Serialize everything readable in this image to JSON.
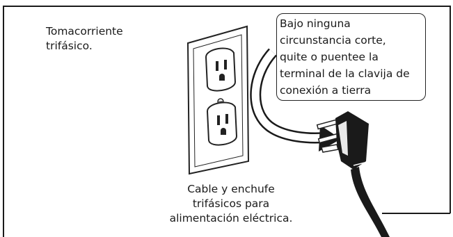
{
  "labels": {
    "outlet": [
      "Tomacorriente",
      "trifásico."
    ],
    "warning": [
      "Bajo ninguna",
      "circunstancia corte,",
      "quite o puentee la",
      "terminal de la clavija de",
      "conexión a tierra"
    ],
    "cable": [
      "Cable y enchufe",
      "trifásicos para",
      "alimentación eléctrica."
    ]
  },
  "icons": {
    "outlet": "three-prong-outlet-icon",
    "plug": "three-prong-plug-icon",
    "arrow": "curved-arrow-icon"
  },
  "colors": {
    "frame": "#1a1a1a",
    "line": "#222222",
    "fill": "#1a1a1a"
  }
}
